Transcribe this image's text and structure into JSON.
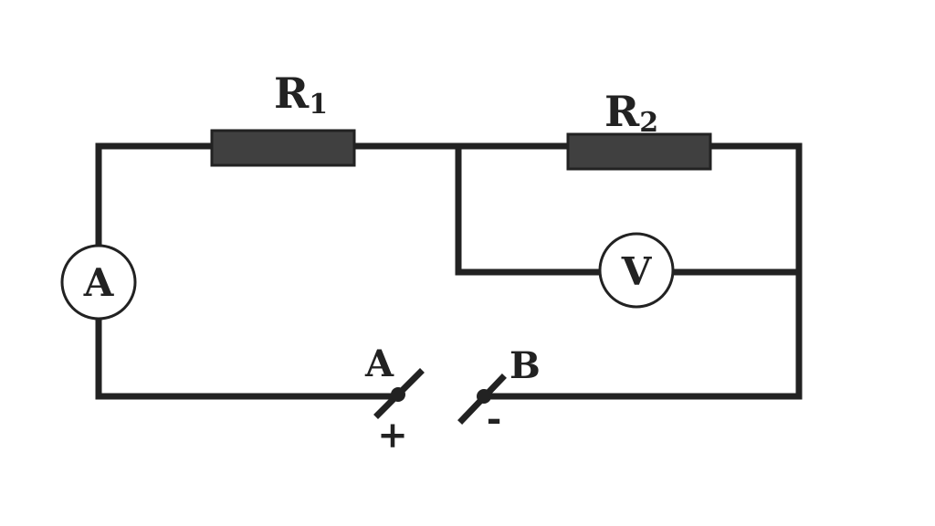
{
  "colors": {
    "wire": "#222222",
    "resistor": "#404040",
    "background": "#ffffff"
  },
  "resistor1": {
    "label_main": "R",
    "label_sub": "1"
  },
  "resistor2": {
    "label_main": "R",
    "label_sub": "2"
  },
  "ammeter": {
    "symbol": "A"
  },
  "voltmeter": {
    "symbol": "V"
  },
  "terminal_a": {
    "label": "A",
    "polarity": "+"
  },
  "terminal_b": {
    "label": "B",
    "polarity": "-"
  }
}
